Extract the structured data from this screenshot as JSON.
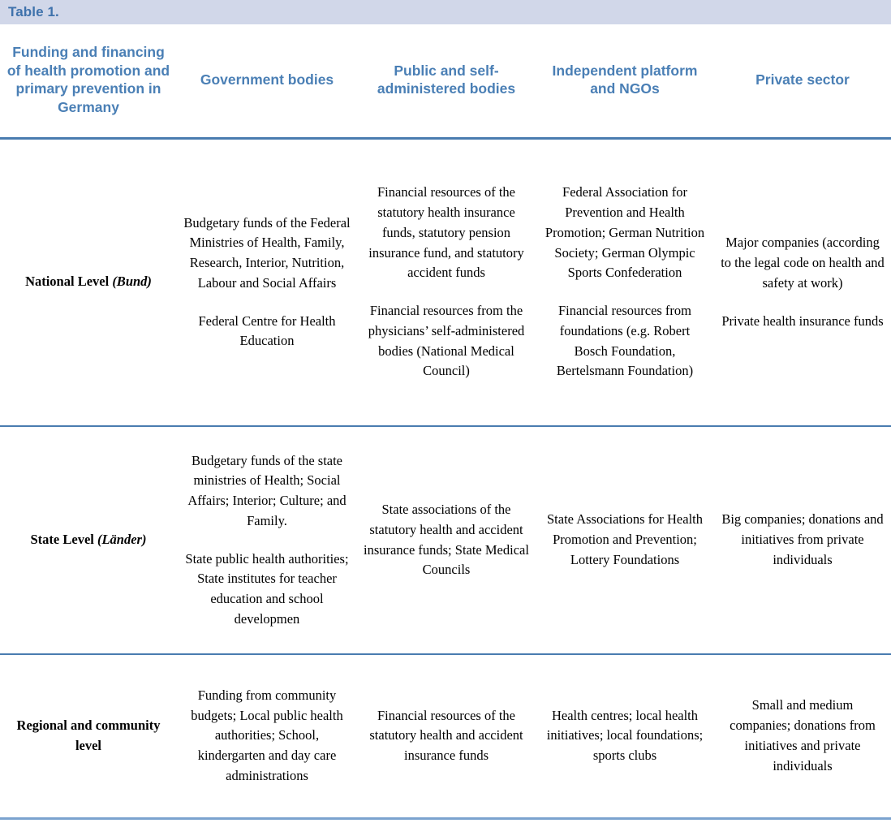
{
  "caption": {
    "label": "Table 1."
  },
  "colors": {
    "caption_background": "#d1d7e9",
    "header_text": "#4a7fb5",
    "rule": "#4a7cb0",
    "bottom_rule": "#7ba3cf",
    "body_text": "#000000"
  },
  "table": {
    "headers": [
      "Funding and financing of health promotion and primary prevention in Germany",
      "Government bodies",
      "Public and self-administered bodies",
      "Independent platform and NGOs",
      "Private sector"
    ],
    "rows": [
      {
        "level_label": "National Level ",
        "level_italic": "(Bund)",
        "government_bodies": [
          "Budgetary funds of the Federal Ministries of Health, Family, Research, Interior, Nutrition, Labour and Social Affairs",
          "Federal Centre for Health Education"
        ],
        "public_self_administered": [
          "Financial resources of the statutory health insurance funds, statutory pension insurance fund, and statutory accident funds",
          "Financial resources from the physicians’ self-administered bodies (National Medical Council)"
        ],
        "independent_ngos": [
          "Federal Association for Prevention and Health Promotion; German Nutrition Society; German Olympic Sports Confederation",
          "Financial resources from foundations (e.g. Robert Bosch Foundation, Bertelsmann Foundation)"
        ],
        "private_sector": [
          "Major companies (according to the legal code on health and safety at work)",
          "Private health insurance funds"
        ]
      },
      {
        "level_label": "State Level ",
        "level_italic": "(Länder)",
        "government_bodies": [
          "Budgetary funds of the state ministries of Health; Social Affairs; Interior; Culture; and Family.",
          "State public health authorities; State institutes for teacher education and school developmen"
        ],
        "public_self_administered": [
          "State associations of the statutory health and accident insurance funds; State Medical Councils"
        ],
        "independent_ngos": [
          "State Associations for Health Promotion and Prevention; Lottery Foundations"
        ],
        "private_sector": [
          "Big companies; donations and initiatives from private individuals"
        ]
      },
      {
        "level_label": "Regional and community level",
        "level_italic": "",
        "government_bodies": [
          "Funding from community budgets; Local public health authorities; School, kindergarten and day care administrations"
        ],
        "public_self_administered": [
          "Financial resources of the statutory health and accident insurance funds"
        ],
        "independent_ngos": [
          "Health centres; local health initiatives; local foundations; sports clubs"
        ],
        "private_sector": [
          "Small and medium companies; donations from initiatives and private individuals"
        ]
      }
    ]
  }
}
